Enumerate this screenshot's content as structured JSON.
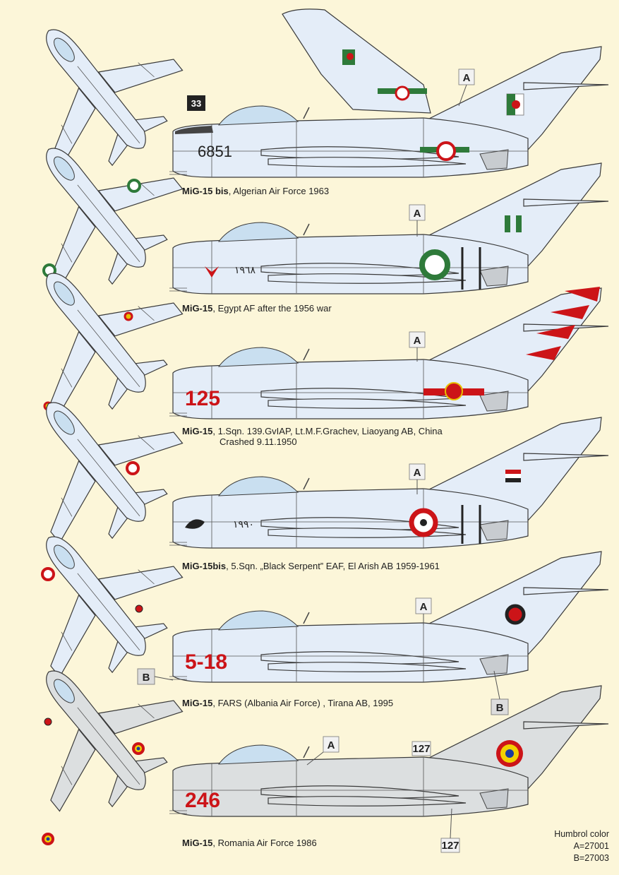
{
  "colors": {
    "background": "#fcf6d9",
    "aircraft": "#e4edf8",
    "aircraft_grey": "#dcdfe0",
    "red": "#cc1418",
    "green": "#2e7a3a"
  },
  "profiles": [
    {
      "caption_bold": "MiG-15 bis",
      "caption_rest": ", Algerian Air Force 1963",
      "serial": "6851",
      "nose_badge": "33",
      "marker": "A"
    },
    {
      "caption_bold": "MiG-15",
      "caption_rest": ", Egypt AF after the 1956 war",
      "serial": "١٩٦٨",
      "marker": "A"
    },
    {
      "caption_bold": "MiG-15",
      "caption_rest": ", 1.Sqn. 139.GvIAP, Lt.M.F.Grachev, Liaoyang AB, China",
      "caption_line2": "Crashed 9.11.1950",
      "serial": "125",
      "marker": "A"
    },
    {
      "caption_bold": "MiG-15bis",
      "caption_rest": ", 5.Sqn. „Black Serpent” EAF, El Arish AB  1959-1961",
      "serial": "١٩٩٠",
      "marker": "A"
    },
    {
      "caption_bold": "MiG-15",
      "caption_rest": ",  FARS (Albania Air Force) , Tirana AB, 1995",
      "serial": "5-18",
      "marker": "A",
      "marker_b": "B"
    },
    {
      "caption_bold": "MiG-15",
      "caption_rest": ", Romania Air Force  1986",
      "serial": "246",
      "marker": "A",
      "marker_127": "127"
    }
  ],
  "legend": {
    "title": "Humbrol color",
    "a": "A=27001",
    "b": "B=27003"
  }
}
